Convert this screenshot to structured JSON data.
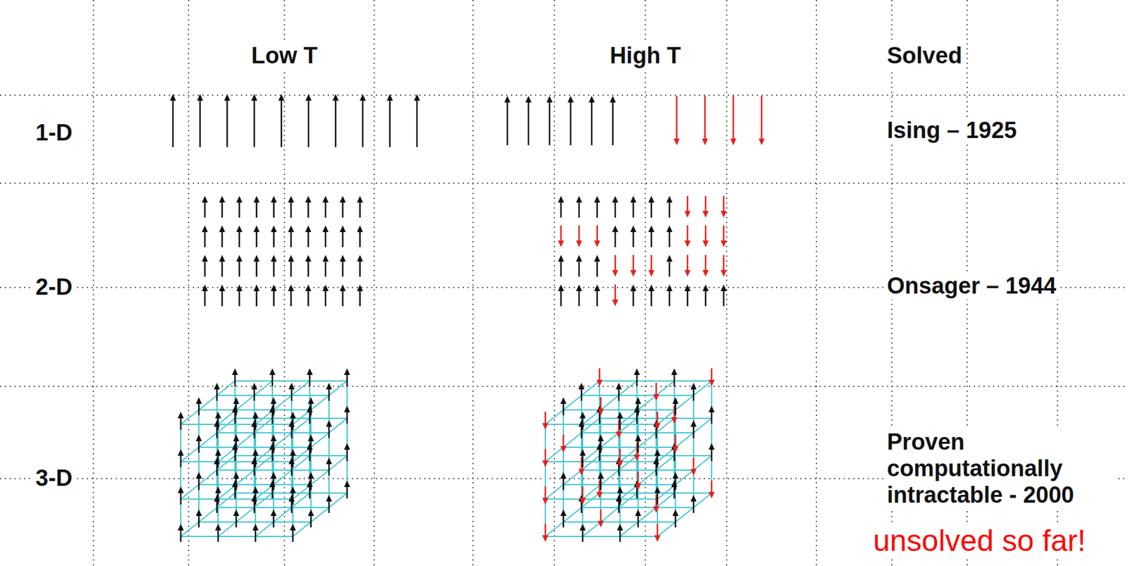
{
  "diagram": {
    "labels": [
      "Low T",
      "High T",
      "Solved",
      "1-D",
      "Ising – 1925",
      "2-D",
      "Onsager – 1944",
      "3-D",
      "Proven computationally intractable - 2000",
      "unsolved so far!"
    ]
  }
}
